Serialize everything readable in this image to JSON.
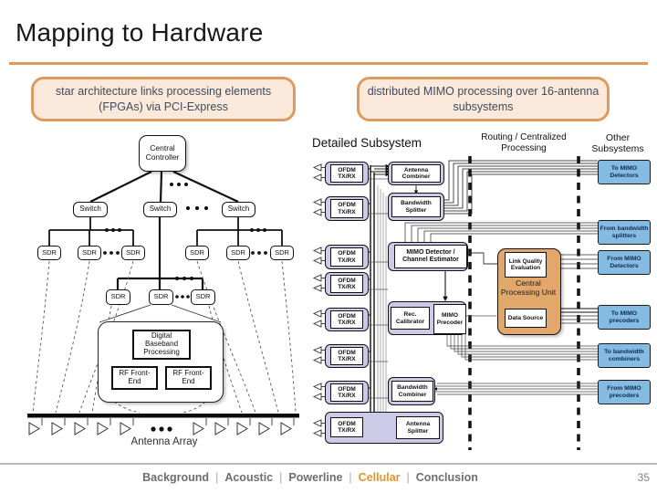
{
  "slide": {
    "title": "Mapping to Hardware",
    "page_number": "35"
  },
  "callouts": {
    "left": "star architecture links processing elements (FPGAs) via PCI-Express",
    "right": "distributed MIMO processing over 16-antenna subsystems"
  },
  "left_diagram": {
    "central_controller": "Central Controller",
    "switch": "Switch",
    "sdr": "SDR",
    "digital_baseband": "Digital Baseband Processing",
    "rf_front_end": "RF Front-End",
    "antenna_array": "Antenna Array"
  },
  "right_diagram": {
    "headers": {
      "detailed": "Detailed Subsystem",
      "routing": "Routing / Centralized Processing",
      "other": "Other Subsystems"
    },
    "ofdm": "OFDM TX/RX",
    "antenna_combiner": "Antenna Combiner",
    "bandwidth_splitter": "Bandwidth Splitter",
    "mimo_detector": "MIMO Detector / Channel Estimator",
    "rec_calibrator": "Rec. Calibrator",
    "mimo_precoder": "MIMO Precoder",
    "bandwidth_combiner": "Bandwidth Combiner",
    "antenna_splitter": "Antenna Splitter",
    "cpu": "Central Processing Unit",
    "link_quality": "Link Quality Evaluation",
    "data_source": "Data Source",
    "io_boxes": [
      "To MIMO Detectors",
      "From bandwidth splitters",
      "From MIMO Detectors",
      "To MIMO precoders",
      "To bandwidth combiners",
      "From MIMO precoders"
    ]
  },
  "footer": {
    "items": [
      "Background",
      "Acoustic",
      "Powerline",
      "Cellular",
      "Conclusion"
    ],
    "active": "Cellular",
    "separator": "|"
  },
  "colors": {
    "accent": "#DD9B60",
    "callout_bg": "#FBEADC",
    "callout_text": "#3E4A5A",
    "lavender": "#CBCBE8",
    "blue_box": "#85BAE2",
    "blue_text": "#0E2B50",
    "cpu_orange": "#E2A76B",
    "footer_active": "#E0952F",
    "footer_text": "#6E6E6E"
  }
}
